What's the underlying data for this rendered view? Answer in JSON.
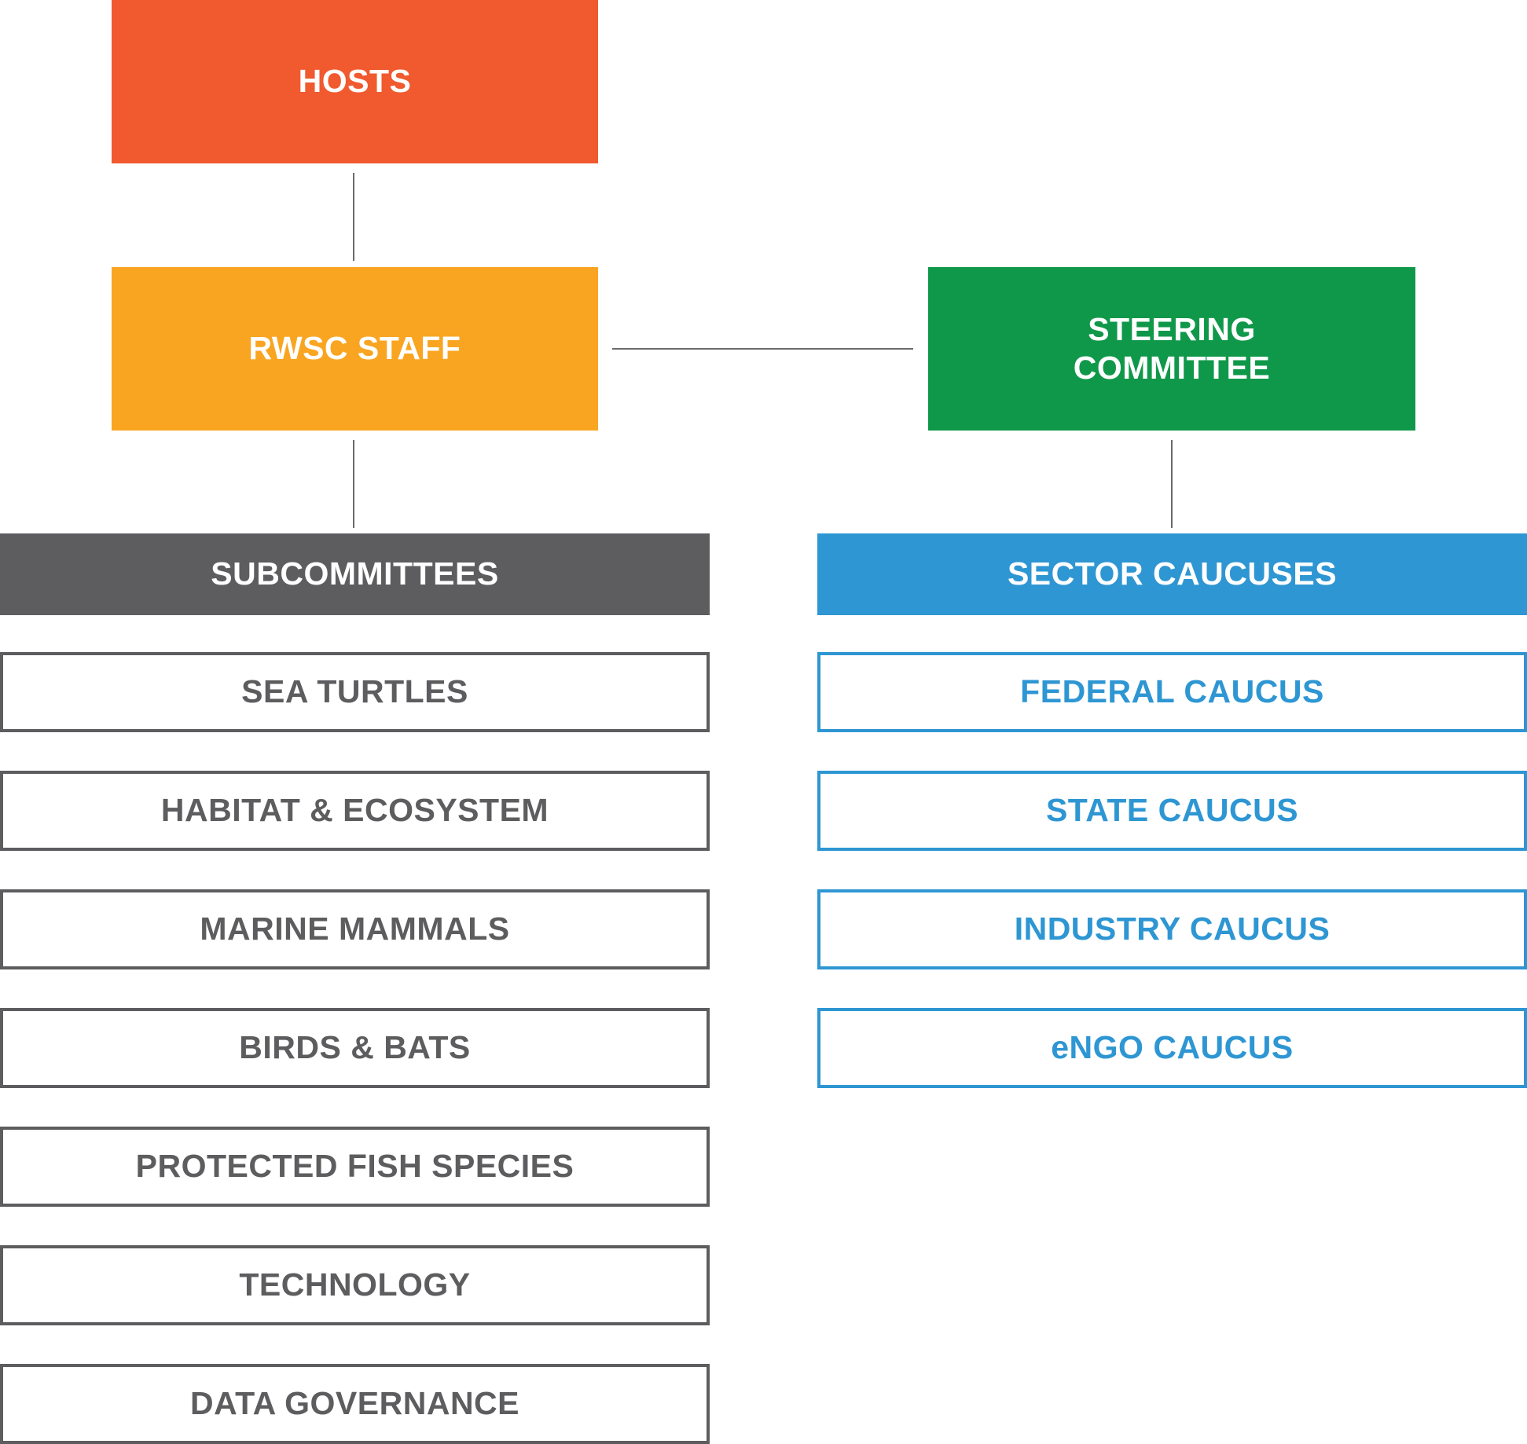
{
  "colors": {
    "hosts": "#f05a2e",
    "staff": "#f9a521",
    "steering": "#10984a",
    "subcommittees": "#5d5d5f",
    "caucuses": "#2e96d3",
    "connector": "#6b6b6b"
  },
  "hosts": {
    "label": "HOSTS"
  },
  "staff": {
    "label": "RWSC STAFF"
  },
  "steering": {
    "label": "STEERING\nCOMMITTEE"
  },
  "subcommittees": {
    "header": "SUBCOMMITTEES",
    "items": [
      "SEA TURTLES",
      "HABITAT & ECOSYSTEM",
      "MARINE MAMMALS",
      "BIRDS & BATS",
      "PROTECTED FISH SPECIES",
      "TECHNOLOGY",
      "DATA GOVERNANCE"
    ]
  },
  "caucuses": {
    "header": "SECTOR CAUCUSES",
    "items": [
      "FEDERAL CAUCUS",
      "STATE CAUCUS",
      "INDUSTRY CAUCUS",
      "eNGO CAUCUS"
    ]
  }
}
